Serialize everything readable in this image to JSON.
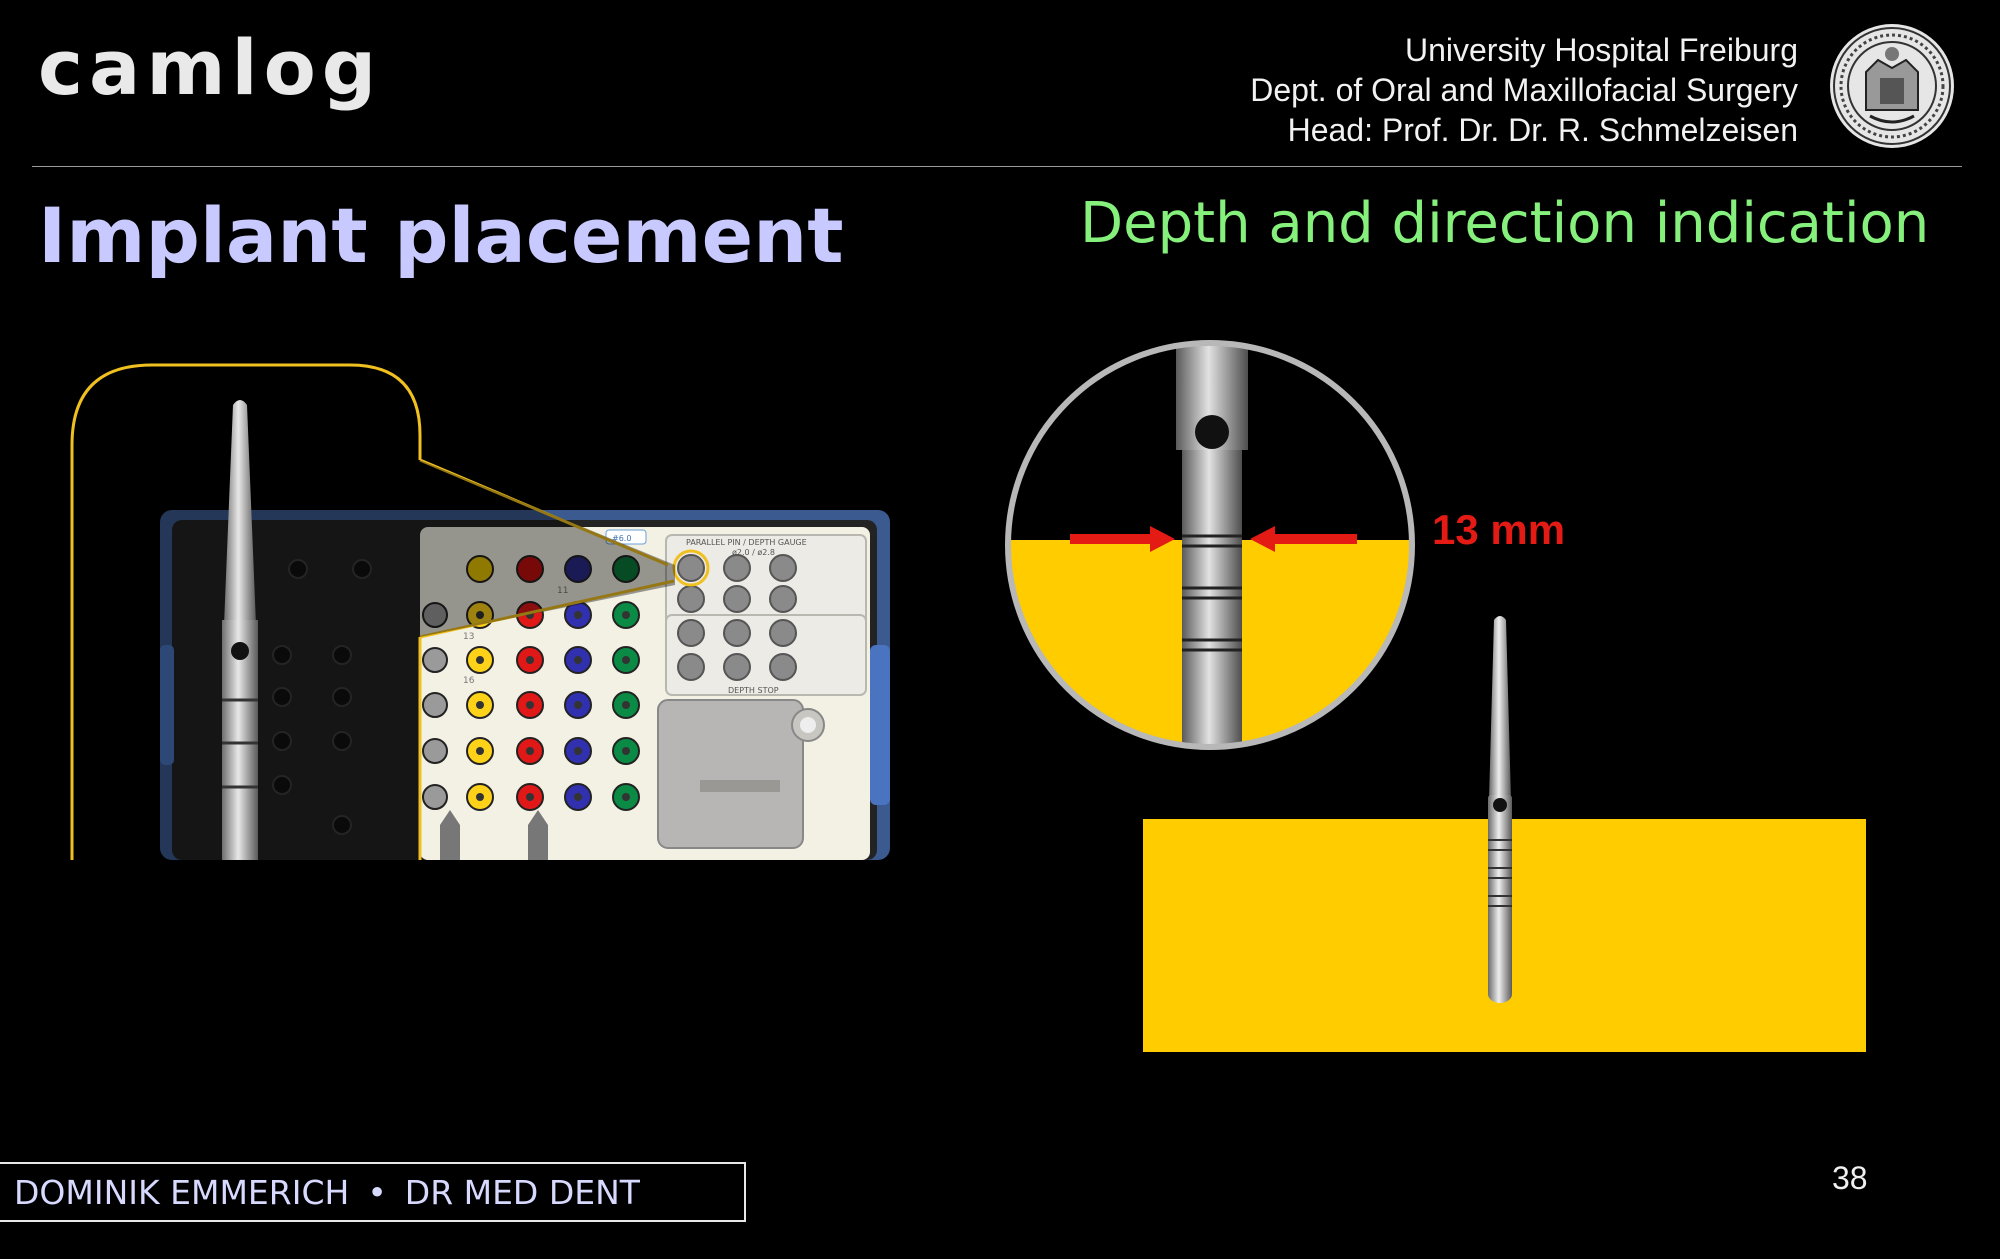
{
  "brand": {
    "logo": "camlog"
  },
  "institution": {
    "lines": [
      "University Hospital Freiburg",
      "Dept. of Oral and Maxillofacial Surgery",
      "Head: Prof. Dr. Dr. R. Schmelzeisen"
    ]
  },
  "slide": {
    "title": "Implant placement",
    "subtitle": "Depth and direction indication",
    "measurement": "13 mm",
    "page_number": "38"
  },
  "kit": {
    "labels": {
      "gauge_header": "PARALLEL PIN / DEPTH GAUGE",
      "gauge_sub": "ø2.0 / ø2.8",
      "depth_stop": "DEPTH STOP",
      "tray_tag": "#6.0",
      "row_11": "11",
      "row_13": "13",
      "row_16": "16"
    }
  },
  "footer": {
    "author": "DOMINIK EMMERICH",
    "separator": "•",
    "degree": "DR MED DENT"
  },
  "colors": {
    "background": "#000000",
    "title": "#c7c9ff",
    "subtitle": "#86f07c",
    "bone_yellow": "#ffcc00",
    "arrow_red": "#e31b14",
    "callout_gold": "#f0c020"
  }
}
